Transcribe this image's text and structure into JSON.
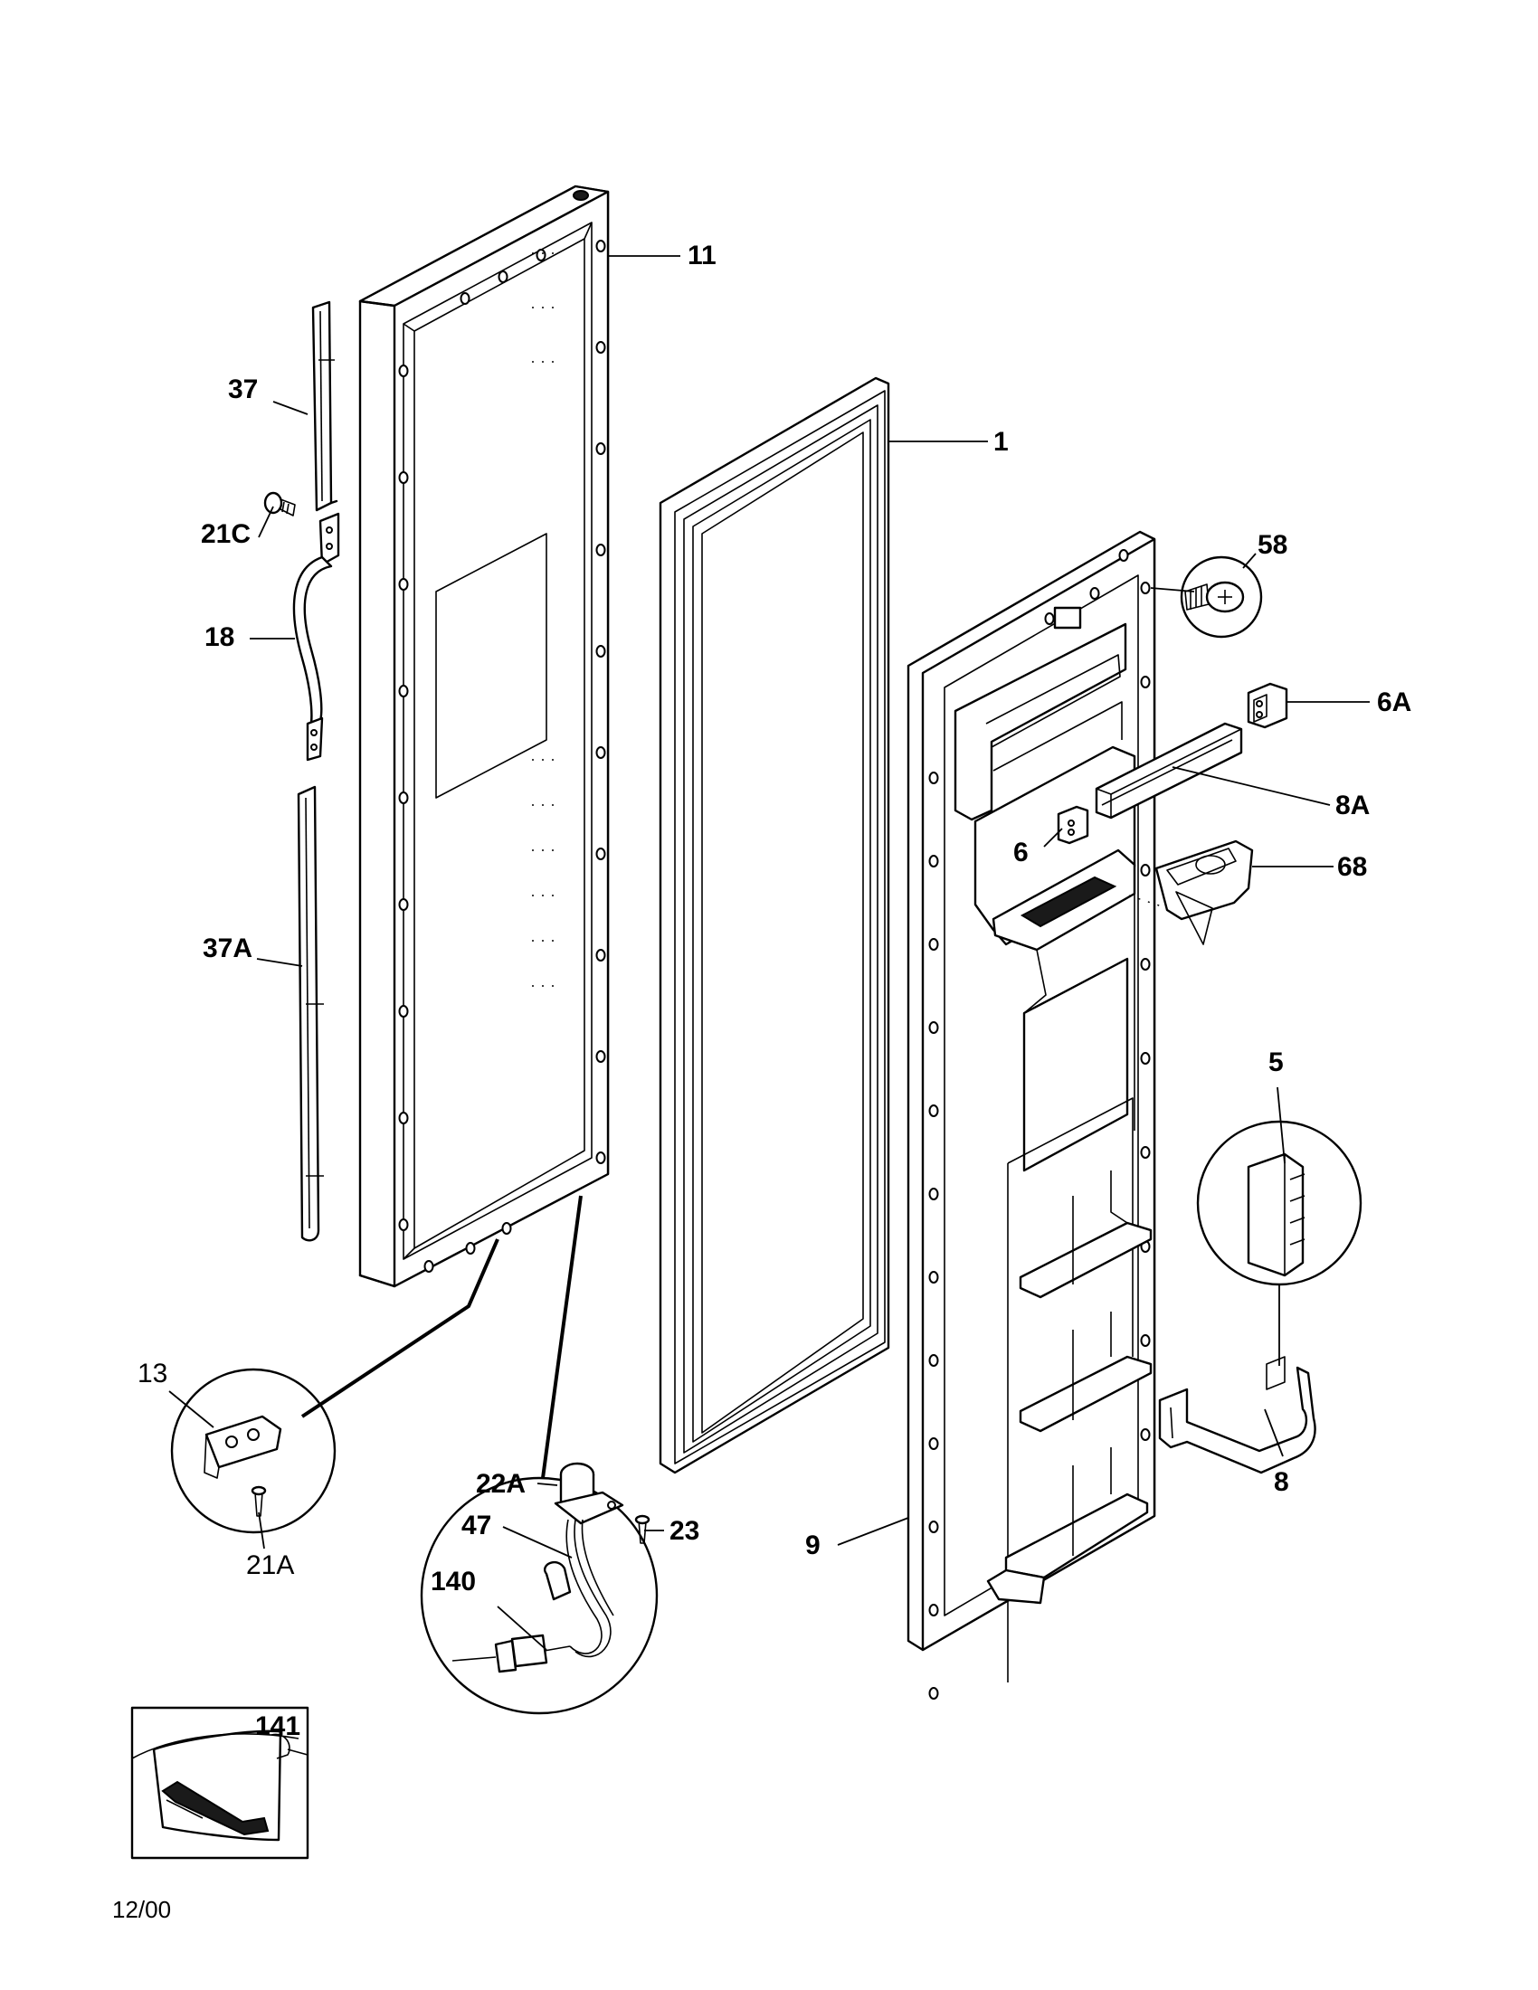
{
  "callouts": {
    "c11": "11",
    "c1": "1",
    "c37": "37",
    "c21C": "21C",
    "c18": "18",
    "c37A": "37A",
    "c58": "58",
    "c6A": "6A",
    "c8A": "8A",
    "c6": "6",
    "c68": "68",
    "c5": "5",
    "c13": "13",
    "c21A": "21A",
    "c22A": "22A",
    "c23": "23",
    "c47": "47",
    "c140": "140",
    "c9": "9",
    "c8": "8",
    "c141": "141"
  },
  "footer": {
    "date": "12/00"
  }
}
